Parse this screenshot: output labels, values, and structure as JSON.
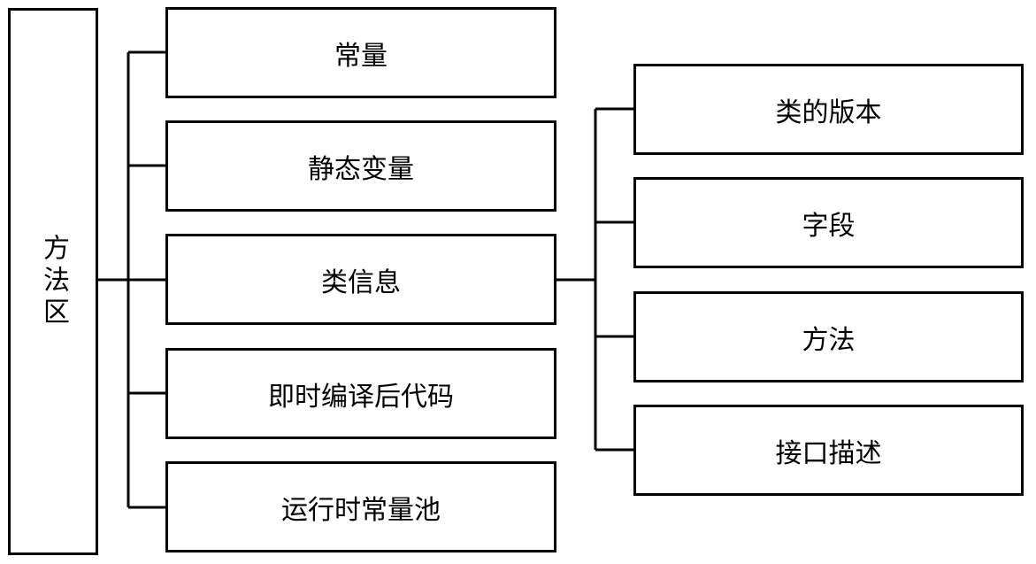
{
  "root": {
    "label": "方法区"
  },
  "level1": [
    {
      "label": "常量"
    },
    {
      "label": "静态变量"
    },
    {
      "label": "类信息"
    },
    {
      "label": "即时编译后代码"
    },
    {
      "label": "运行时常量池"
    }
  ],
  "level2": [
    {
      "label": "类的版本"
    },
    {
      "label": "字段"
    },
    {
      "label": "方法"
    },
    {
      "label": "接口描述"
    }
  ]
}
